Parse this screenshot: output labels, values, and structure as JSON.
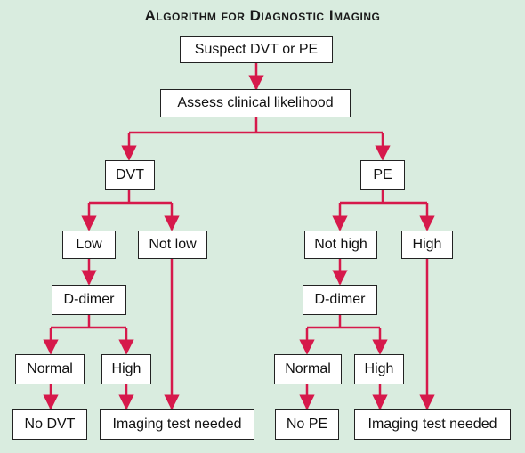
{
  "title": "Algorithm for Diagnostic Imaging",
  "colors": {
    "background": "#d9ecdf",
    "connector": "#d6194b",
    "box_border": "#222222"
  },
  "nodes": {
    "suspect": "Suspect DVT or PE",
    "assess": "Assess clinical likelihood",
    "dvt": "DVT",
    "pe": "PE",
    "dvt_low": "Low",
    "dvt_not_low": "Not low",
    "pe_not_high": "Not high",
    "pe_high": "High",
    "dvt_ddimer": "D-dimer",
    "pe_ddimer": "D-dimer",
    "dvt_normal": "Normal",
    "dvt_dd_high": "High",
    "pe_normal": "Normal",
    "pe_dd_high": "High",
    "no_dvt": "No DVT",
    "dvt_imaging": "Imaging test needed",
    "no_pe": "No PE",
    "pe_imaging": "Imaging test needed"
  }
}
